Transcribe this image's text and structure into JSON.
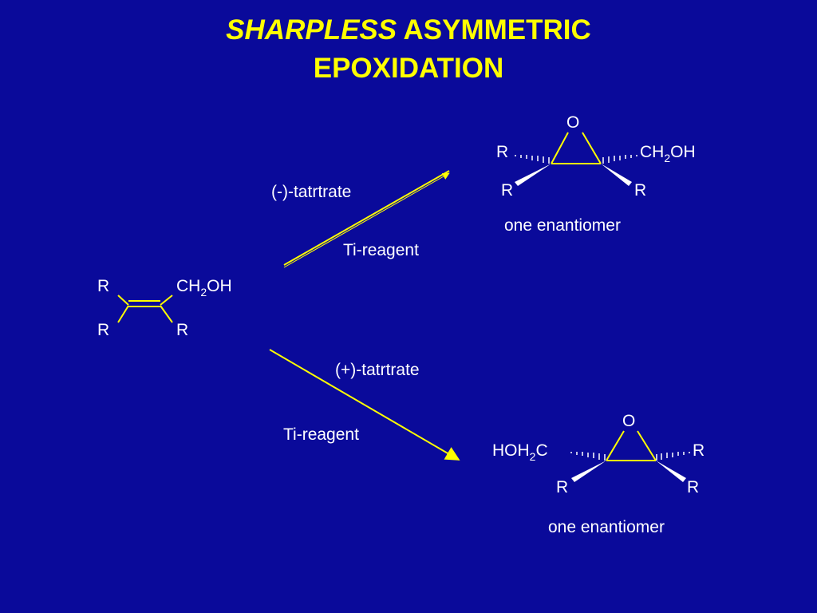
{
  "slide": {
    "title_italic": "SHARPLESS",
    "title_rest": " ASYMMETRIC",
    "title_line2": "EPOXIDATION"
  },
  "reactant": {
    "top_left": "R",
    "ch2oh_ch": "CH",
    "ch2oh_sub": "2",
    "ch2oh_oh": "OH",
    "bottom_left": "R",
    "bottom_right": "R"
  },
  "upper_path": {
    "reagent_above": "(-)-tatrtrate",
    "reagent_below": "Ti-reagent"
  },
  "lower_path": {
    "reagent_above": "(+)-tatrtrate",
    "reagent_below": "Ti-reagent"
  },
  "product_top": {
    "oxygen": "O",
    "left_top": "R",
    "right_ch": "CH",
    "right_sub": "2",
    "right_oh": "OH",
    "left_bottom": "R",
    "right_bottom": "R",
    "caption": "one enantiomer"
  },
  "product_bottom": {
    "oxygen": "O",
    "left_hoh": "HOH",
    "left_sub": "2",
    "left_c": "C",
    "right_top": "R",
    "left_bottom": "R",
    "right_bottom": "R",
    "caption": "one enantiomer"
  },
  "colors": {
    "background": "#0a0a9a",
    "title": "#ffff00",
    "text": "#ffffff",
    "bonds": "#ffff00"
  }
}
